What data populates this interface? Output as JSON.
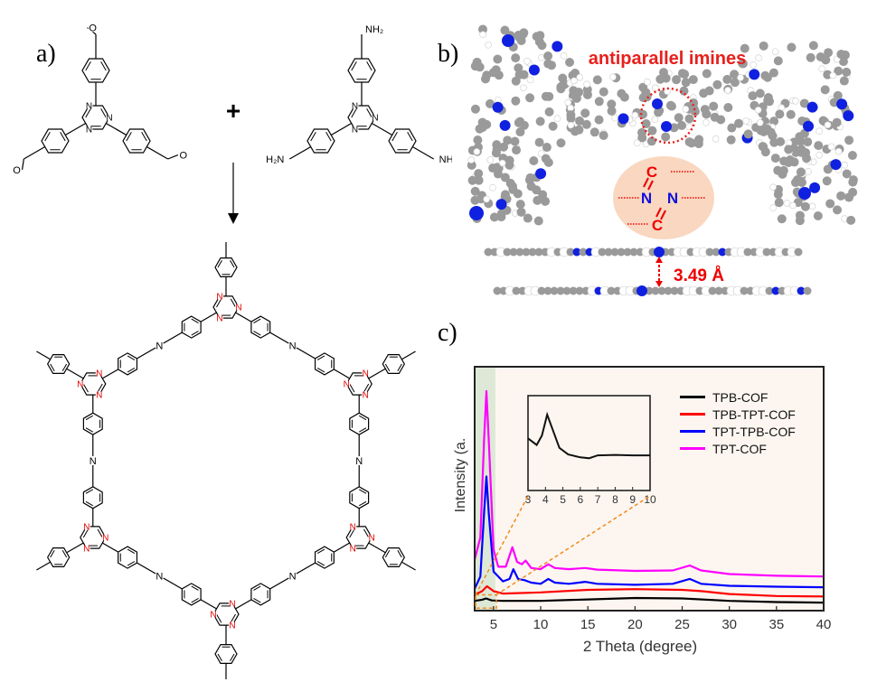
{
  "panels": {
    "a": "a)",
    "b": "b)",
    "c": "c)"
  },
  "panel_a": {
    "plus": "+",
    "atoms": {
      "N": "N",
      "O": "O",
      "NH2": "NH₂",
      "H2N": "H₂N"
    }
  },
  "panel_b": {
    "annotation": "antiparallel imines",
    "scheme_atoms": {
      "C": "C",
      "N": "N"
    },
    "distance": "3.49 Å",
    "colors": {
      "carbon": "#9a9a9a",
      "nitrogen": "#1020e0",
      "hydrogen": "#ffffff",
      "highlight": "#e8201c"
    }
  },
  "chart_data": {
    "type": "line",
    "xlabel": "2 Theta (degree)",
    "ylabel": "Intensity (a.",
    "xlim": [
      3,
      40
    ],
    "ylim": [
      0,
      100
    ],
    "xticks": [
      5,
      10,
      15,
      20,
      25,
      30,
      35,
      40
    ],
    "legend_position": "top-right",
    "series": [
      {
        "name": "TPB-COF",
        "color": "#000000",
        "points": [
          [
            3,
            4
          ],
          [
            3.8,
            4.5
          ],
          [
            4.2,
            5
          ],
          [
            4.8,
            4.2
          ],
          [
            6,
            4
          ],
          [
            10,
            4
          ],
          [
            15,
            4.6
          ],
          [
            20,
            5.2
          ],
          [
            25,
            5
          ],
          [
            30,
            4
          ],
          [
            35,
            3.5
          ],
          [
            40,
            3.3
          ]
        ]
      },
      {
        "name": "TPB-TPT-COF",
        "color": "#ff0000",
        "points": [
          [
            3,
            6.5
          ],
          [
            3.8,
            8
          ],
          [
            4.3,
            10
          ],
          [
            5,
            8
          ],
          [
            6,
            7
          ],
          [
            10,
            7.5
          ],
          [
            15,
            8.5
          ],
          [
            20,
            8.8
          ],
          [
            25,
            8.5
          ],
          [
            27,
            8
          ],
          [
            30,
            6.8
          ],
          [
            35,
            6
          ],
          [
            40,
            5.8
          ]
        ]
      },
      {
        "name": "TPT-TPB-COF",
        "color": "#0000ff",
        "points": [
          [
            3,
            9
          ],
          [
            3.6,
            14
          ],
          [
            4.0,
            40
          ],
          [
            4.25,
            55
          ],
          [
            4.5,
            40
          ],
          [
            5,
            16
          ],
          [
            6,
            12
          ],
          [
            6.7,
            13
          ],
          [
            7.1,
            17
          ],
          [
            7.6,
            13
          ],
          [
            8.3,
            12.5
          ],
          [
            9,
            11.5
          ],
          [
            10,
            11
          ],
          [
            10.8,
            13
          ],
          [
            11.5,
            11.5
          ],
          [
            13,
            11
          ],
          [
            14.7,
            11.8
          ],
          [
            16,
            11
          ],
          [
            20,
            10.6
          ],
          [
            24,
            11
          ],
          [
            25.8,
            13
          ],
          [
            27,
            11
          ],
          [
            30,
            10.2
          ],
          [
            35,
            9.8
          ],
          [
            40,
            9.6
          ]
        ]
      },
      {
        "name": "TPT-COF",
        "color": "#ff00ff",
        "points": [
          [
            3,
            21
          ],
          [
            3.6,
            30
          ],
          [
            4.0,
            70
          ],
          [
            4.25,
            90
          ],
          [
            4.5,
            70
          ],
          [
            5,
            25
          ],
          [
            5.5,
            18
          ],
          [
            6.3,
            18
          ],
          [
            7.0,
            26
          ],
          [
            7.5,
            20
          ],
          [
            8.0,
            19
          ],
          [
            8.4,
            20.5
          ],
          [
            9,
            17.5
          ],
          [
            10,
            17
          ],
          [
            10.8,
            19
          ],
          [
            11.5,
            17.5
          ],
          [
            13,
            17
          ],
          [
            14.7,
            17.5
          ],
          [
            16,
            16.8
          ],
          [
            20,
            16.3
          ],
          [
            24,
            16.5
          ],
          [
            25.8,
            18.5
          ],
          [
            27,
            16.5
          ],
          [
            30,
            15
          ],
          [
            35,
            14.3
          ],
          [
            40,
            14
          ]
        ]
      }
    ],
    "highlight_region": [
      3,
      5.2
    ],
    "inset": {
      "xlim": [
        3,
        10
      ],
      "xticks": [
        3,
        4,
        5,
        6,
        7,
        8,
        9,
        10
      ],
      "series": {
        "name": "TPB-COF",
        "points": [
          [
            3,
            55
          ],
          [
            3.5,
            48
          ],
          [
            3.8,
            58
          ],
          [
            4.1,
            80
          ],
          [
            4.4,
            65
          ],
          [
            4.8,
            45
          ],
          [
            5.3,
            38
          ],
          [
            6,
            35
          ],
          [
            6.5,
            34
          ],
          [
            7,
            37
          ],
          [
            8,
            37.5
          ],
          [
            9,
            37
          ],
          [
            10,
            37
          ]
        ]
      }
    }
  }
}
